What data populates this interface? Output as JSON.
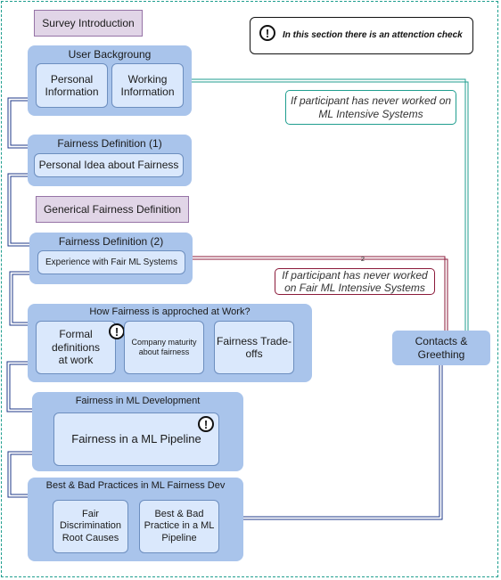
{
  "survey_intro": "Survey Introduction",
  "legend": {
    "text": "In this section there is an attenction check",
    "icon": "exclamation-circle-icon"
  },
  "user_background": {
    "title": "User Backgroung",
    "personal": "Personal Information",
    "working": "Working Information"
  },
  "fairness_def_1": {
    "title": "Fairness Definition (1)",
    "item": "Personal Idea about Fairness"
  },
  "generical_def": "Generical Fairness Definition",
  "fairness_def_2": {
    "title": "Fairness Definition (2)",
    "item": "Experience with Fair ML Systems"
  },
  "how_at_work": {
    "title": "How Fairness is approched at Work?",
    "formal": "Formal definitions at work",
    "maturity": "Company maturity about fairness",
    "tradeoffs": "Fairness Trade-offs"
  },
  "ml_dev": {
    "title": "Fairness in ML Development",
    "pipeline": "Fairness in a ML Pipeline"
  },
  "practices": {
    "title": "Best & Bad Practices in ML Fairness Dev",
    "root_causes": "Fair Discrimination Root Causes",
    "best_bad": "Best & Bad Practice in a ML Pipeline"
  },
  "contacts": "Contacts & Greething",
  "skip_note_1": "If participant has never worked on ML Intensive Systems",
  "skip_note_2": "If participant has never worked on Fair ML Intensive Systems",
  "edge_label": "2",
  "colors": {
    "group_fill": "#a9c4eb",
    "box_fill": "#dae8fc",
    "box_border": "#6c8ebf",
    "flow_line": "#1f3a8a",
    "teal_line": "#1f9e8f",
    "maroon_line": "#8b1a3a",
    "purple_fill": "#e1d5e7"
  }
}
